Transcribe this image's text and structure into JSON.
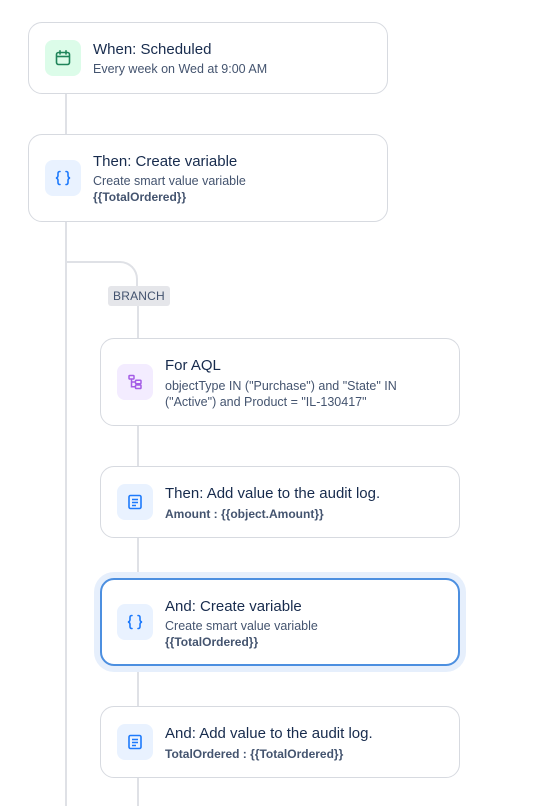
{
  "branch_label": "BRANCH",
  "steps": [
    {
      "title": "When: Scheduled",
      "description": "Every week on Wed at 9:00 AM",
      "icon": "calendar-icon"
    },
    {
      "title": "Then: Create variable",
      "description": "Create smart value variable",
      "code": "{{TotalOrdered}}",
      "icon": "curly-braces-icon"
    },
    {
      "title": "For AQL",
      "description": "objectType IN (\"Purchase\") and \"State\" IN (\"Active\") and Product = \"IL-130417\"",
      "icon": "hierarchy-icon"
    },
    {
      "title": "Then: Add value to the audit log.",
      "code": "Amount : {{object.Amount}}",
      "icon": "log-icon"
    },
    {
      "title": "And: Create variable",
      "description": "Create smart value variable",
      "code": "{{TotalOrdered}}",
      "icon": "curly-braces-icon",
      "selected": true
    },
    {
      "title": "And: Add value to the audit log.",
      "code": "TotalOrdered : {{TotalOrdered}}",
      "icon": "log-icon"
    }
  ],
  "colors": {
    "trigger_icon": "#1f845a",
    "action_icon": "#1d7afc",
    "branch_icon": "#a45ce6",
    "selected_border": "#4c8fe0"
  }
}
